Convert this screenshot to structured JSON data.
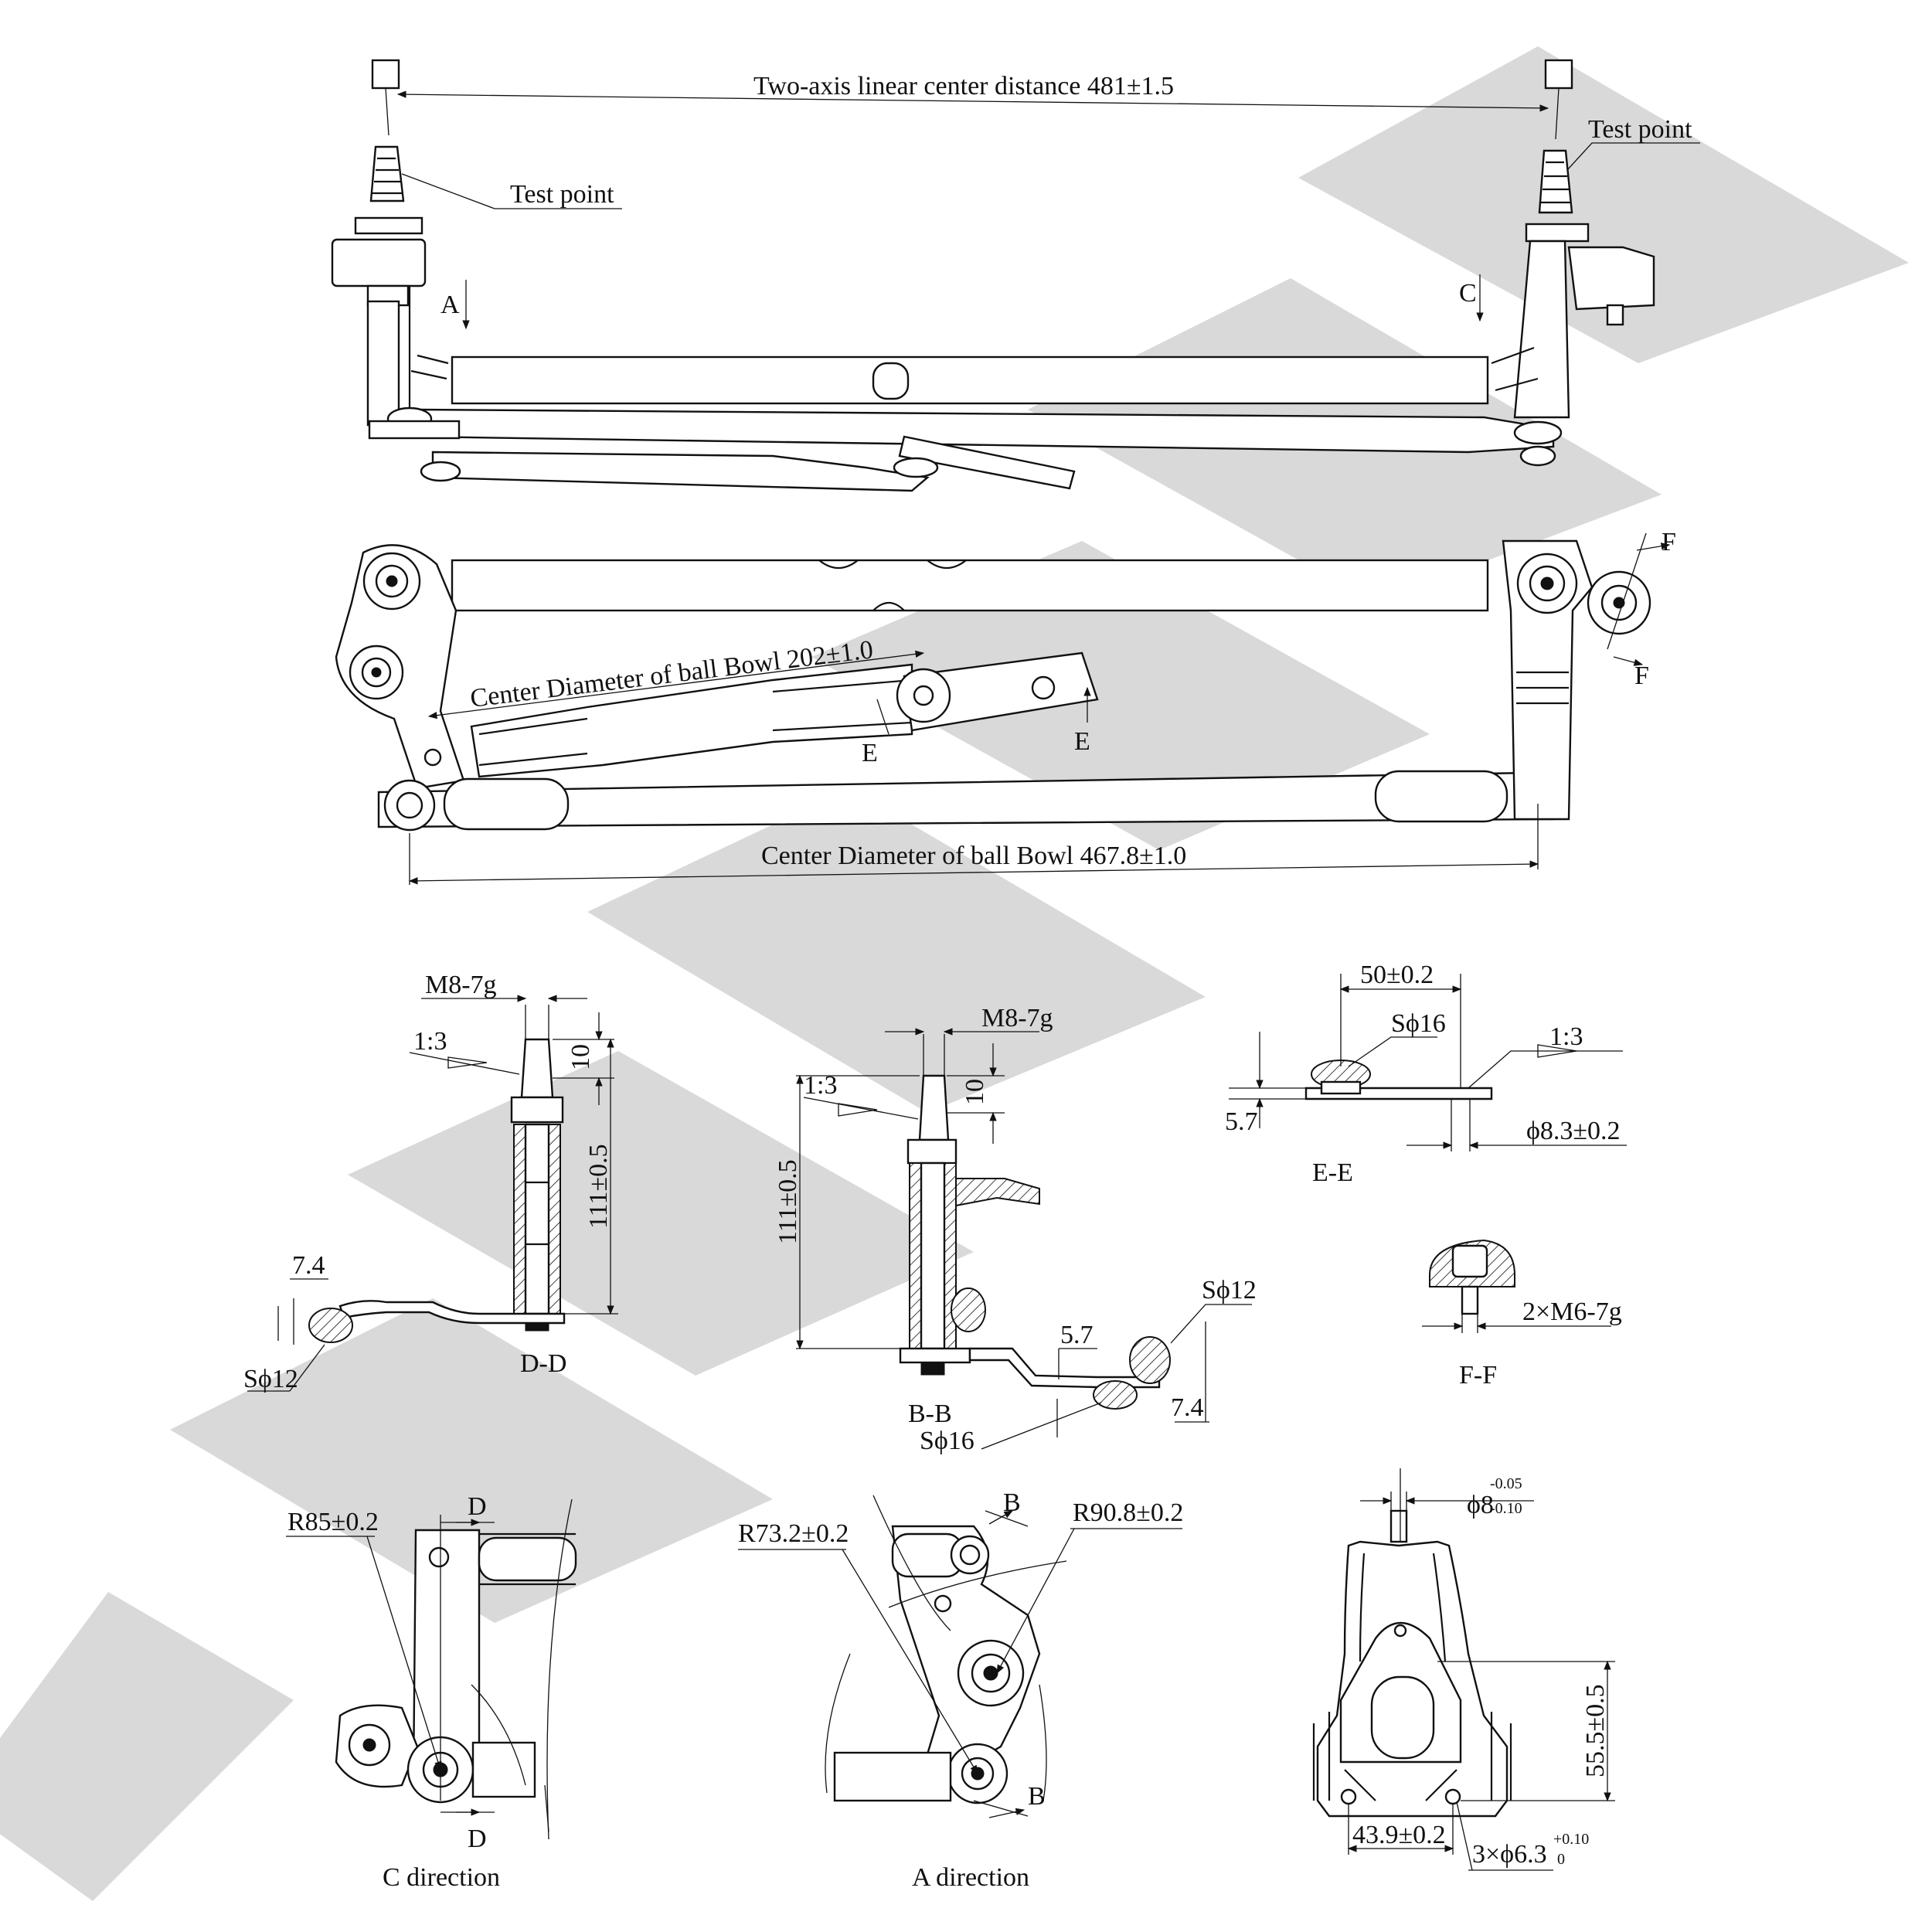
{
  "watermark": {
    "color": "#d9d9d9"
  },
  "top_view": {
    "dim_axis": "Two-axis linear center distance 481±1.5",
    "test_point_left": "Test point",
    "test_point_right": "Test point",
    "view_a": "A",
    "view_c": "C"
  },
  "front_view": {
    "dim_bowl_202": "Center Diameter of ball Bowl 202±1.0",
    "dim_bowl_467": "Center Diameter of ball Bowl 467.8±1.0",
    "section_e1": "E",
    "section_e2": "E",
    "section_f1": "F",
    "section_f2": "F"
  },
  "section_dd": {
    "thread": "M8-7g",
    "taper": "1:3",
    "dim_10": "10",
    "dim_111": "111±0.5",
    "dim_74": "7.4",
    "ball": "Sϕ12",
    "title": "D-D"
  },
  "section_bb": {
    "thread": "M8-7g",
    "taper": "1:3",
    "dim_10": "10",
    "dim_111": "111±0.5",
    "dim_57": "5.7",
    "ball12": "Sϕ12",
    "dim_74": "7.4",
    "ball16": "Sϕ16",
    "title": "B-B"
  },
  "section_ee": {
    "dim_50": "50±0.2",
    "ball": "Sϕ16",
    "taper": "1:3",
    "dim_57": "5.7",
    "dia": "ϕ8.3±0.2",
    "title": "E-E"
  },
  "section_ff": {
    "thread": "2×M6-7g",
    "title": "F-F"
  },
  "view_c": {
    "radius": "R85±0.2",
    "cut_d1": "D",
    "cut_d2": "D",
    "title": "C direction"
  },
  "view_a": {
    "radius_1": "R73.2±0.2",
    "radius_2": "R90.8±0.2",
    "cut_b1": "B",
    "cut_b2": "B",
    "title": "A direction"
  },
  "bracket": {
    "dia_main": "ϕ8",
    "dia_upper_tol": "-0.05",
    "dia_lower_tol": "-0.10",
    "dim_555": "55.5±0.5",
    "dim_439": "43.9±0.2",
    "holes_main": "3×ϕ6.3",
    "holes_upper_tol": "+0.10",
    "holes_lower_tol": "0"
  }
}
